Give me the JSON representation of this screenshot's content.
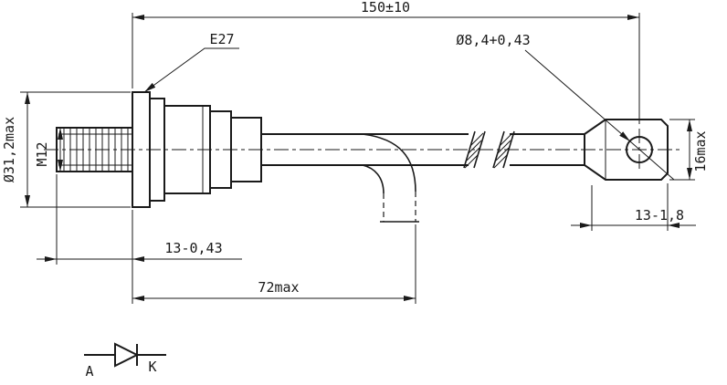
{
  "colors": {
    "line": "#1a1a1a",
    "background": "#ffffff"
  },
  "dimensions": {
    "overall_length": "150±10",
    "base_label": "E27",
    "hole_diameter": "Ø8,4+0,43",
    "flange_diameter": "Ø31,2max",
    "thread": "M12",
    "lug_width_max": "16max",
    "lug_length": "13-1,8",
    "stud_length": "13-0,43",
    "body_length_max": "72max"
  },
  "symbol": {
    "anode": "A",
    "cathode": "K"
  }
}
